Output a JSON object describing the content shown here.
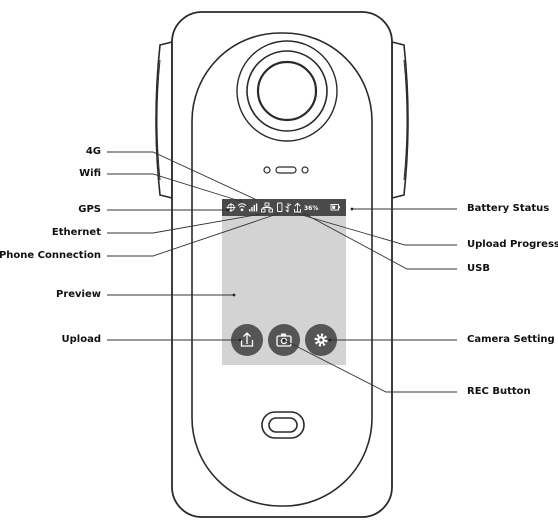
{
  "status_bar": {
    "battery_percent": "36%"
  },
  "labels": {
    "net_4g": "4G",
    "wifi": "Wifi",
    "gps": "GPS",
    "ethernet": "Ethernet",
    "phone_connection": "Phone Connection",
    "preview": "Preview",
    "upload": "Upload",
    "battery_status": "Battery Status",
    "upload_progress": "Upload Progress",
    "usb": "USB",
    "camera_setting": "Camera Setting",
    "rec_button": "REC Button"
  },
  "colors": {
    "outline": "#2a2a2a",
    "preview_area": "#d3d3d3",
    "status_bar": "#4a4a4a",
    "button_fill": "#555555",
    "leader_line": "#333333"
  },
  "icons": [
    "gps-icon",
    "wifi-icon",
    "signal-icon",
    "ethernet-icon",
    "phone-icon",
    "usb-icon",
    "upload-progress-icon",
    "battery-icon",
    "upload-icon",
    "camera-icon",
    "gear-icon"
  ]
}
